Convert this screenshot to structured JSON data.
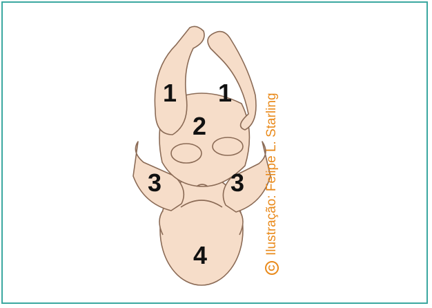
{
  "labels": {
    "legs_left": "1",
    "legs_right": "1",
    "torso": "2",
    "shoulder_left": "3",
    "shoulder_right": "3",
    "head": "4"
  },
  "credit": {
    "copyright_symbol": "C",
    "text": "Ilustração: Felipe L. Starling"
  },
  "colors": {
    "border": "#3aa7a0",
    "skin": "#f6ddc9",
    "outline": "#8a6a55",
    "credit": "#e98a1b"
  }
}
